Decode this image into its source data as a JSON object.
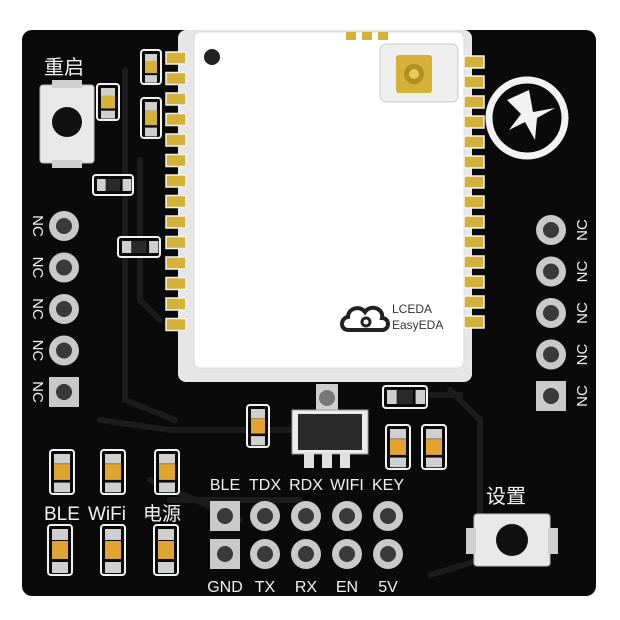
{
  "labels": {
    "reset": "重启",
    "setting": "设置",
    "ble": "BLE",
    "wifi": "WiFi",
    "power": "电源",
    "logo_line1": "LCEDA",
    "logo_line2": "EasyEDA"
  },
  "left_pins": [
    "NC",
    "NC",
    "NC",
    "NC",
    "NC"
  ],
  "right_pins": [
    "NC",
    "NC",
    "NC",
    "NC",
    "NC"
  ],
  "header_top": [
    "BLE",
    "TDX",
    "RDX",
    "WIFI",
    "KEY"
  ],
  "header_bottom": [
    "GND",
    "TX",
    "RX",
    "EN",
    "5V"
  ],
  "colors": {
    "board": "#0a0a0a",
    "silk": "#f2f2f2",
    "gold": "#d4b23a",
    "module": "#ffffff"
  },
  "icons": [
    "cloud-logo-icon",
    "brand-logo-icon"
  ]
}
